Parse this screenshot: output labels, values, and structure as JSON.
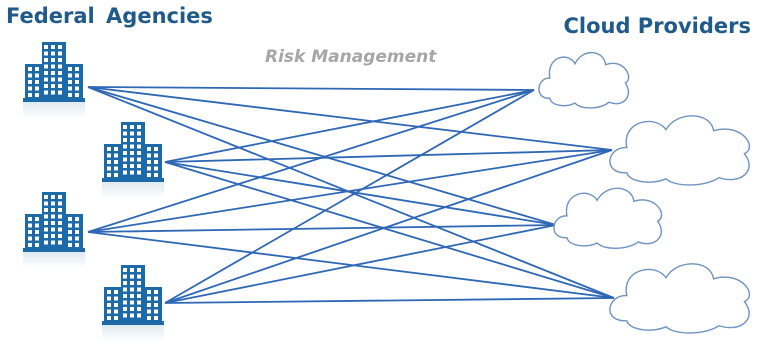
{
  "title_left": "Federal  Agencies",
  "title_right": "Cloud Providers",
  "subtitle": "Risk Management",
  "colors": {
    "title": "#1f5a8a",
    "subtitle": "#a6a6a6",
    "line": "#2e67b6",
    "building": "#1c6aa8",
    "cloud_stroke": "#6f93c2",
    "cloud_fill": "#ffffff"
  },
  "agencies": [
    {
      "icon": "building-icon"
    },
    {
      "icon": "building-icon"
    },
    {
      "icon": "building-icon"
    },
    {
      "icon": "building-icon"
    }
  ],
  "providers": [
    {
      "icon": "cloud-icon"
    },
    {
      "icon": "cloud-icon"
    },
    {
      "icon": "cloud-icon"
    },
    {
      "icon": "cloud-icon"
    }
  ]
}
